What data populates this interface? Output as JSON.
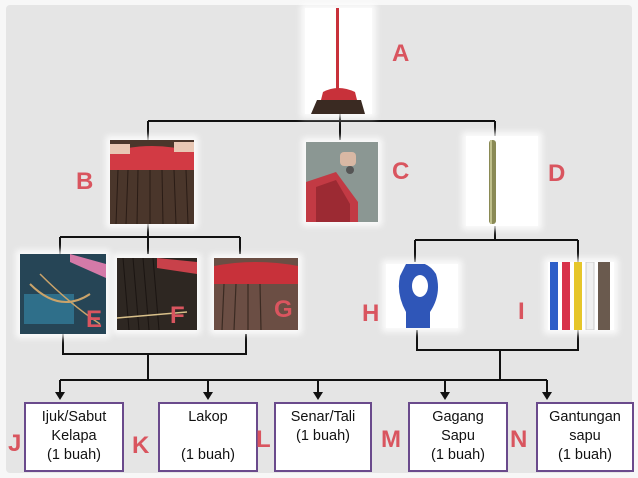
{
  "nodes": {
    "A": {
      "letter": "A",
      "icon": "broom-icon"
    },
    "B": {
      "letter": "B",
      "icon": "broom-head-icon"
    },
    "C": {
      "letter": "C",
      "icon": "broom-screw-joint-icon"
    },
    "D": {
      "letter": "D",
      "icon": "broom-handle-icon"
    },
    "E": {
      "letter": "E",
      "icon": "fiber-tying-icon"
    },
    "F": {
      "letter": "F",
      "icon": "fiber-threading-icon"
    },
    "G": {
      "letter": "G",
      "icon": "broom-base-icon"
    },
    "H": {
      "letter": "H",
      "icon": "hanger-hook-icon"
    },
    "I": {
      "letter": "I",
      "icon": "colored-handles-icon"
    }
  },
  "boxes": [
    {
      "letter": "J",
      "text": "Ijuk/Sabut\nKelapa\n(1 buah)"
    },
    {
      "letter": "K",
      "text": "Lakop\n\n(1 buah)"
    },
    {
      "letter": "L",
      "text": "Senar/Tali\n(1 buah)"
    },
    {
      "letter": "M",
      "text": "Gagang\nSapu\n(1 buah)"
    },
    {
      "letter": "N",
      "text": "Gantungan\nsapu\n(1 buah)"
    }
  ],
  "colors": {
    "letter": "#d9555f",
    "box_border": "#6a4a8c",
    "line": "#111111",
    "broom_red": "#c8313a"
  }
}
